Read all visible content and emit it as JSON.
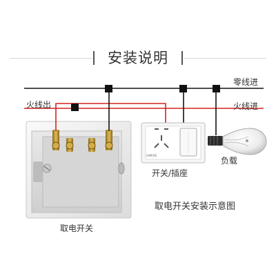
{
  "title": "安装说明",
  "labels": {
    "neutral_in": "零线进",
    "live_out": "火线出",
    "live_in": "火线进",
    "socket": "开关/插座",
    "load": "负载",
    "caption": "取电开关安装示意图",
    "card_switch": "取电开关",
    "brand": "SIMENS"
  },
  "colors": {
    "live_wire": "#d6201f",
    "neutral_wire": "#111111",
    "panel": "#f2f2f2"
  }
}
